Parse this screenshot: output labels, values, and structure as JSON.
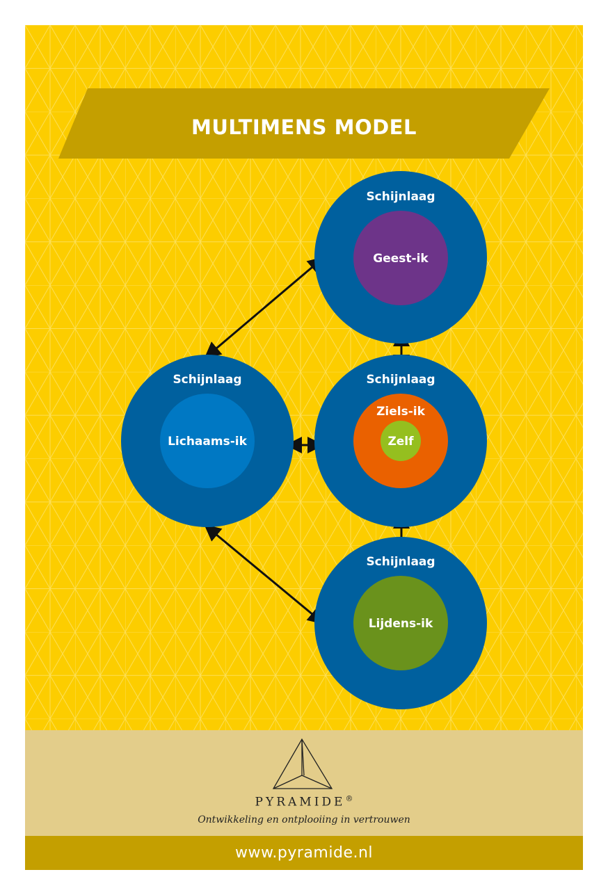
{
  "title": "MULTIMENS MODEL",
  "circles": {
    "top": {
      "outer_label": "Schijnlaag",
      "inner_label": "Geest-ik"
    },
    "left": {
      "outer_label": "Schijnlaag",
      "inner_label": "Lichaams-ik"
    },
    "center": {
      "outer_label": "Schijnlaag",
      "inner_label": "Ziels-ik",
      "core_label": "Zelf"
    },
    "bottom": {
      "outer_label": "Schijnlaag",
      "inner_label": "Lijdens-ik"
    }
  },
  "colors": {
    "background": "#fccd00",
    "banner": "#c49f00",
    "outer_circle": "#00609e",
    "geest": "#6d3489",
    "lichaams": "#0078c3",
    "ziels": "#ea6100",
    "zelf": "#95bf1f",
    "lijdens": "#6a921c",
    "footer": "#e3cd8a",
    "url_bar": "#c49f00"
  },
  "footer": {
    "brand": "PYRAMIDE",
    "registered": "®",
    "tagline": "Ontwikkeling en ontplooiing in vertrouwen",
    "url": "www.pyramide.nl"
  }
}
